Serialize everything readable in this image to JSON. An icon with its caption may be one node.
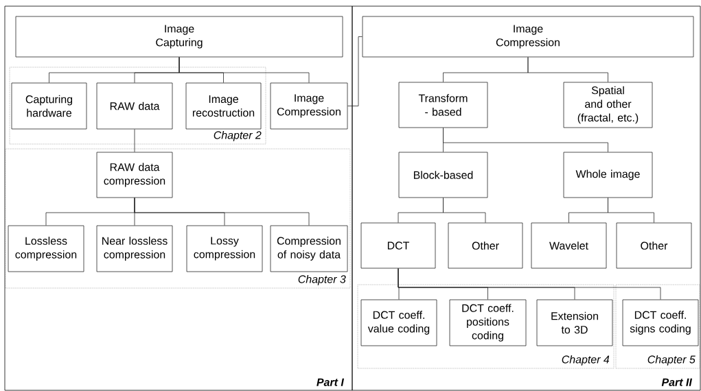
{
  "diagram": {
    "nodes": [
      {
        "text": [
          "Part I"
        ]
      },
      {
        "text": [
          "Image Capturing"
        ],
        "in": 0
      },
      {
        "text": [
          "Chapter 2"
        ],
        "in": 0
      },
      {
        "text": [
          "Capturing hardware"
        ],
        "in": 2
      },
      {
        "text": [
          "RAW data"
        ],
        "in": 2
      },
      {
        "text": [
          "Image recostruction"
        ],
        "in": 2
      },
      {
        "text": [
          "Image Compression"
        ],
        "in": 0
      },
      {
        "text": [
          "Chapter 3"
        ],
        "in": 0
      },
      {
        "text": [
          "RAW data compression"
        ],
        "in": 7
      },
      {
        "text": [
          "Lossless compression"
        ],
        "in": 7
      },
      {
        "text": [
          "Near lossless compression"
        ],
        "in": 7
      },
      {
        "text": [
          "Lossy compression"
        ],
        "in": 7
      },
      {
        "text": [
          "Compression of noisy data"
        ],
        "in": 7
      },
      {
        "text": [
          "Part II"
        ]
      },
      {
        "text": [
          "Image Compression"
        ],
        "in": 13
      },
      {
        "text": [
          "Transform - based"
        ],
        "in": 13
      },
      {
        "text": [
          "Spatial and other (fractal, etc.)"
        ],
        "in": 13
      },
      {
        "text": [
          "Block-based"
        ],
        "in": 13
      },
      {
        "text": [
          "Whole image"
        ],
        "in": 13
      },
      {
        "text": [
          "DCT"
        ],
        "in": 13
      },
      {
        "text": [
          "Other"
        ],
        "in": 13
      },
      {
        "text": [
          "Wavelet"
        ],
        "in": 13
      },
      {
        "text": [
          "Other"
        ],
        "in": 13
      },
      {
        "text": [
          "Chapter 4"
        ],
        "in": 13
      },
      {
        "text": [
          "DCT coeff. value coding"
        ],
        "in": 23
      },
      {
        "text": [
          "DCT coeff. positions coding"
        ],
        "in": 23
      },
      {
        "text": [
          "Extension to 3D"
        ],
        "in": 23
      },
      {
        "text": [
          "Chapter 5"
        ],
        "in": 13
      },
      {
        "text": [
          "DCT coeff. signs coding"
        ],
        "in": 27
      }
    ],
    "edges": [
      {
        "from": 1,
        "to": 3,
        "arrow": "none"
      },
      {
        "from": 1,
        "to": 4,
        "arrow": "none"
      },
      {
        "from": 1,
        "to": 5,
        "arrow": "none"
      },
      {
        "from": 1,
        "to": 6,
        "arrow": "none"
      },
      {
        "from": 4,
        "to": 8,
        "arrow": "none"
      },
      {
        "from": 8,
        "to": 9,
        "arrow": "none"
      },
      {
        "from": 8,
        "to": 10,
        "arrow": "none"
      },
      {
        "from": 8,
        "to": 11,
        "arrow": "none"
      },
      {
        "from": 8,
        "to": 12,
        "arrow": "none"
      },
      {
        "from": 6,
        "to": 14,
        "arrow": "none"
      },
      {
        "from": 14,
        "to": 15,
        "arrow": "none"
      },
      {
        "from": 14,
        "to": 16,
        "arrow": "none"
      },
      {
        "from": 15,
        "to": 17,
        "arrow": "none"
      },
      {
        "from": 15,
        "to": 18,
        "arrow": "none"
      },
      {
        "from": 17,
        "to": 19,
        "arrow": "none"
      },
      {
        "from": 17,
        "to": 20,
        "arrow": "none"
      },
      {
        "from": 18,
        "to": 21,
        "arrow": "none"
      },
      {
        "from": 18,
        "to": 22,
        "arrow": "none"
      },
      {
        "from": 19,
        "to": 24,
        "arrow": "none"
      },
      {
        "from": 19,
        "to": 25,
        "arrow": "none"
      },
      {
        "from": 19,
        "to": 26,
        "arrow": "none"
      },
      {
        "from": 19,
        "to": 28,
        "arrow": "none"
      }
    ]
  }
}
